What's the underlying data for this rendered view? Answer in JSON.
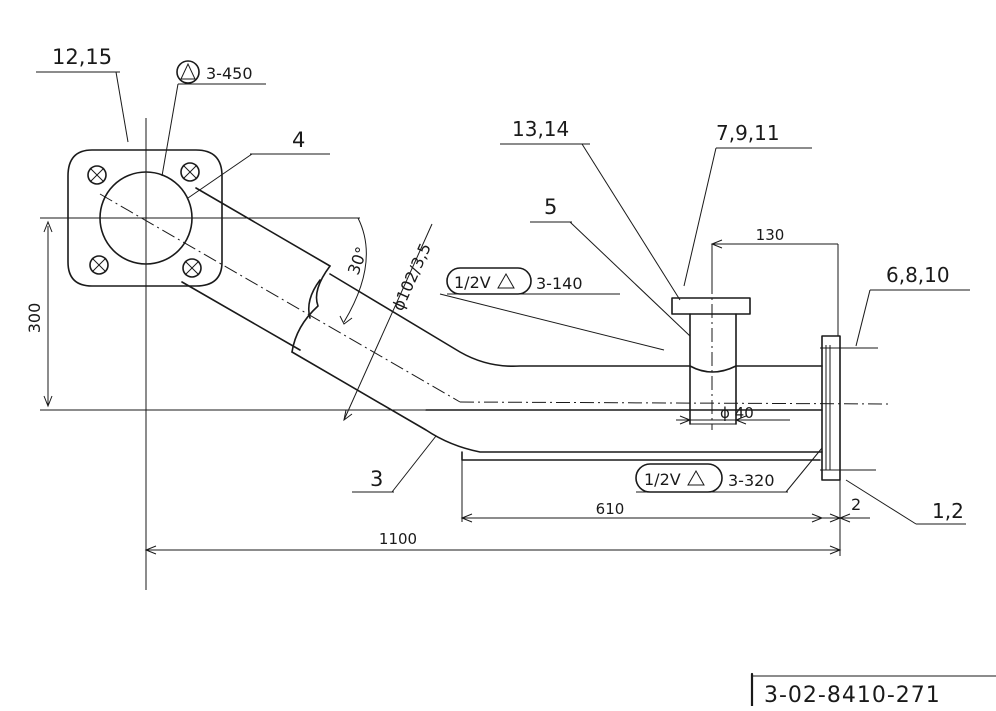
{
  "callouts": {
    "flange_parts": "12,15",
    "weld_top": "3-450",
    "part_4": "4",
    "part_13_14": "13,14",
    "part_7_9_11": "7,9,11",
    "part_5": "5",
    "part_6_8_10": "6,8,10",
    "part_3": "3",
    "part_1_2": "1,2"
  },
  "welds": {
    "top": {
      "symbol": "1/2V",
      "ref": "3-140"
    },
    "bottom": {
      "symbol": "1/2V",
      "ref": "3-320"
    }
  },
  "dimensions": {
    "height": "300",
    "angle": "30°",
    "pipe": "ϕ102/3,5",
    "offset": "130",
    "branch_diameter": "ϕ 40",
    "length_short": "610",
    "length_total": "1100",
    "plate_thickness": "2"
  },
  "drawing_number": "3-02-8410-271",
  "colors": {
    "ink": "#1a1a1a",
    "paper": "#ffffff"
  }
}
